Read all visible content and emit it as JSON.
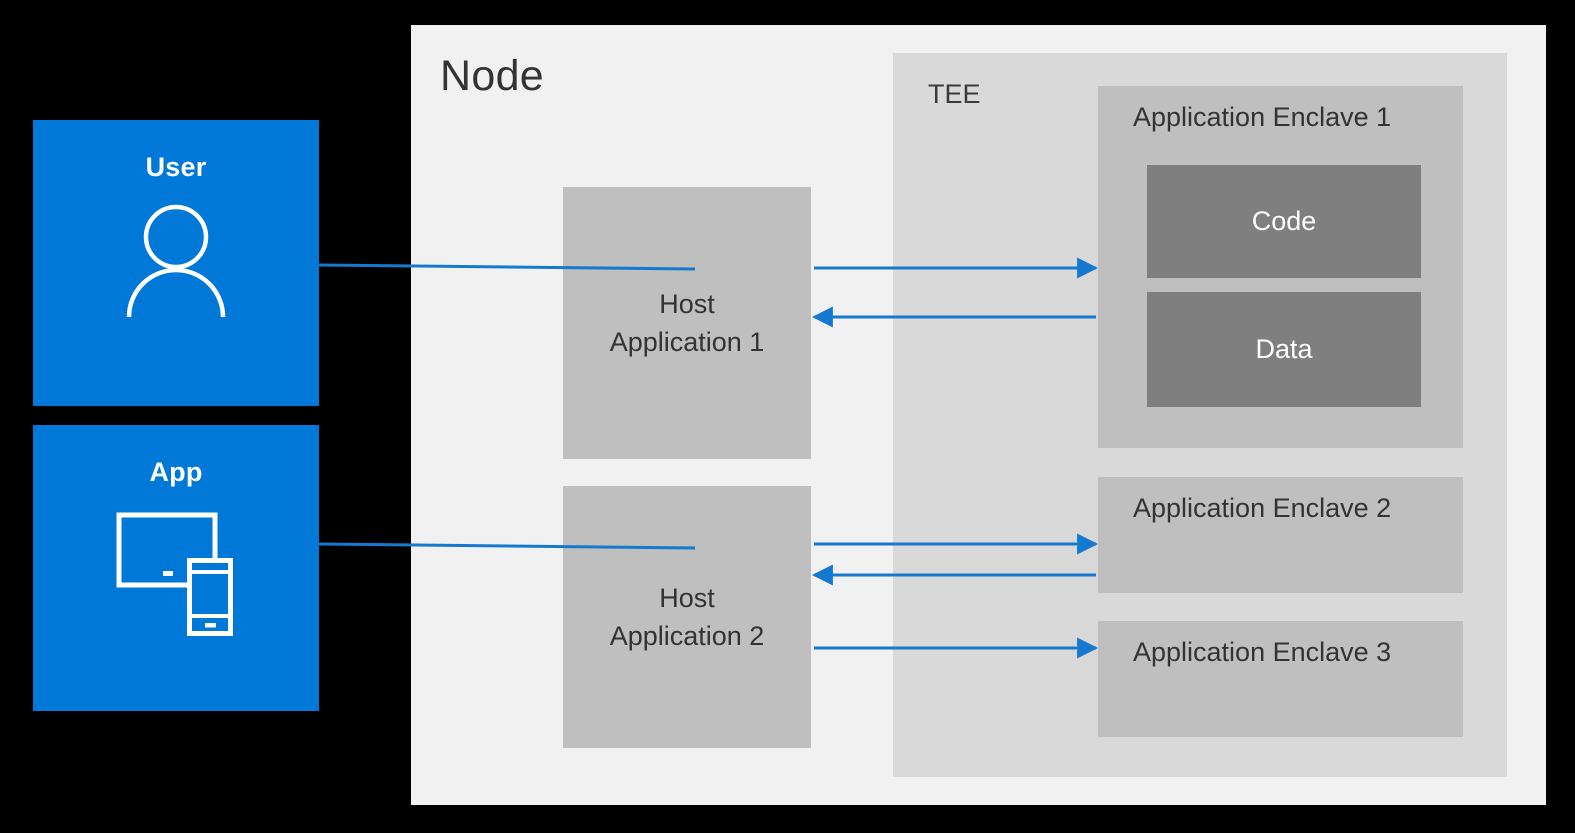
{
  "diagram": {
    "title": "Node",
    "actors": [
      {
        "label": "User",
        "icon": "person-icon"
      },
      {
        "label": "App",
        "icon": "devices-icon"
      }
    ],
    "node": {
      "label": "Node",
      "host_applications": [
        {
          "label_line1": "Host",
          "label_line2": "Application 1"
        },
        {
          "label_line1": "Host",
          "label_line2": "Application 2"
        }
      ],
      "tee": {
        "label": "TEE",
        "enclaves": [
          {
            "label": "Application Enclave 1",
            "components": [
              {
                "label": "Code"
              },
              {
                "label": "Data"
              }
            ]
          },
          {
            "label": "Application Enclave 2",
            "components": []
          },
          {
            "label": "Application Enclave 3",
            "components": []
          }
        ]
      }
    },
    "connections": [
      {
        "from": "User",
        "to": "Host Application 1",
        "direction": "line"
      },
      {
        "from": "App",
        "to": "Host Application 2",
        "direction": "line"
      },
      {
        "from": "Host Application 1",
        "to": "Application Enclave 1",
        "direction": "right-arrow"
      },
      {
        "from": "Application Enclave 1",
        "to": "Host Application 1",
        "direction": "left-arrow"
      },
      {
        "from": "Host Application 2",
        "to": "Application Enclave 2",
        "direction": "right-arrow"
      },
      {
        "from": "Application Enclave 2",
        "to": "Host Application 2",
        "direction": "left-arrow"
      },
      {
        "from": "Host Application 2",
        "to": "Application Enclave 3",
        "direction": "right-arrow"
      }
    ],
    "colors": {
      "background": "#000000",
      "actor_blue": "#0078d7",
      "node_bg": "#f1f1f1",
      "tee_bg": "#d9d9d9",
      "enclave_bg": "#bfbfbf",
      "component_bg": "#7f7f7f",
      "arrow_blue": "#1679d0",
      "text_dark": "#333333",
      "text_light": "#ffffff"
    }
  }
}
